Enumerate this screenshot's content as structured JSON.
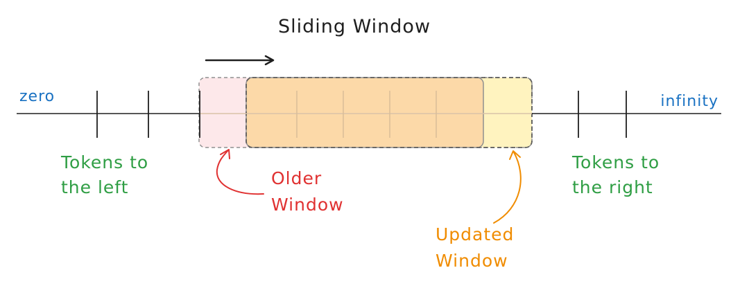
{
  "title": "Sliding Window",
  "axis": {
    "start_label": "zero",
    "end_label": "infinity"
  },
  "left_tokens": {
    "line1": "Tokens to",
    "line2": "the left"
  },
  "right_tokens": {
    "line1": "Tokens to",
    "line2": "the right"
  },
  "older_window": {
    "line1": "Older",
    "line2": "Window"
  },
  "updated_window": {
    "line1": "Updated",
    "line2": "Window"
  },
  "colors": {
    "axis_label": "#1971c2",
    "tokens_label": "#2f9e44",
    "older_label": "#e03131",
    "updated_label": "#f08c00",
    "older_fill": "#fde8ea",
    "updated_fill": "#fff3bf",
    "current_fill": "#fcd9a8",
    "ink": "#1e1e1e"
  }
}
